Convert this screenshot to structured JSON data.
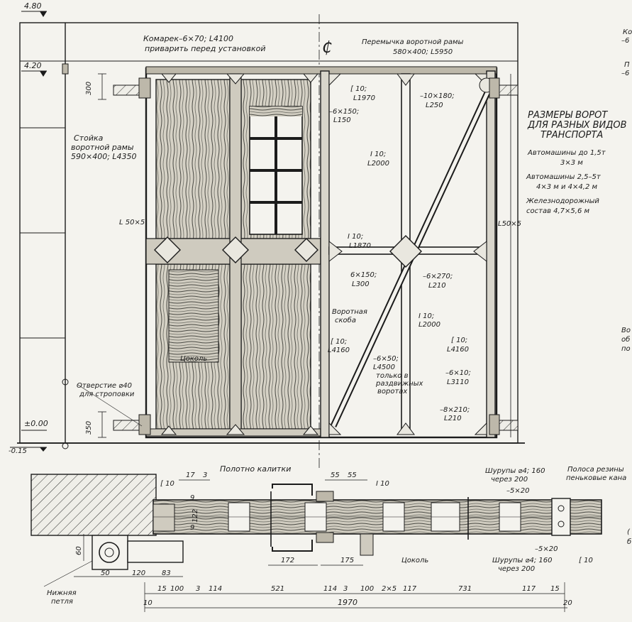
{
  "levels": {
    "l480": "4.80",
    "l420": "4.20",
    "l000": "±0.00",
    "lm015": "-0.15"
  },
  "top_notes": {
    "centerline": "₵",
    "komarek_1": "Комарек–6×70; L4100",
    "komarek_2": "приварить перед установкой",
    "lintel_1": "Перемычка воротной рамы",
    "lintel_2": "580×400; L5950"
  },
  "left_notes": {
    "post_1": "Стойка",
    "post_2": "воротной рамы",
    "post_3": "590×400; L4350",
    "hole_1": "Отверстие ⌀40",
    "hole_2": "для строповки",
    "dim_300": "300",
    "dim_350": "350",
    "angle_l": "L 50×5"
  },
  "elev_labels": {
    "a1": "–6×150;",
    "a2": "L150",
    "b1": "[ 10;",
    "b2": "L1970",
    "c1": "–10×180;",
    "c2": "L250",
    "d1": "I 10;",
    "d2": "L2000",
    "e1": "I 10;",
    "e2": "L1870",
    "f1": "6×150;",
    "f2": "L300",
    "g1": "–6×270;",
    "g2": "L210",
    "h1": "I 10;",
    "h2": "L2000",
    "i1": "Воротная",
    "i2": "скоба",
    "j1": "[ 10;",
    "j2": "L4160",
    "k1": "–6×50;",
    "k2": "L4500",
    "k3": "только в",
    "k4": "раздвижных",
    "k5": "воротах",
    "m1": "[ 10;",
    "m2": "L4160",
    "n1": "–6×10;",
    "n2": "L3110",
    "o1": "–8×210;",
    "o2": "L210",
    "plinth": "Цоколь",
    "angle_r": "L50×5"
  },
  "sizes_panel": {
    "heading_1": "РАЗМЕРЫ ВОРОТ",
    "heading_2": "ДЛЯ РАЗНЫХ ВИДОВ",
    "heading_3": "ТРАНСПОРТА",
    "row1_a": "Автомашины до 1,5т",
    "row1_b": "3×3 м",
    "row2_a": "Автомашины 2,5–5т",
    "row2_b": "4×3 м и 4×4,2 м",
    "row3_a": "Железнодорожный",
    "row3_b": "состав 4,7×5,6 м"
  },
  "right_edge": {
    "r1": "Ко",
    "r2": "–6",
    "r3": "П",
    "r4": "–6",
    "r5": "Во",
    "r6": "об",
    "r7": "по",
    "r8": "(",
    "r9": "б"
  },
  "plan": {
    "title": "Полотно калитки",
    "channel_left": "[ 10",
    "ibeam": "I 10",
    "screws_top_1": "Шурупы ⌀4; 160",
    "screws_top_2": "через 200",
    "strip_top": "–5×20",
    "strip_bottom": "–5×20",
    "screws_bot_1": "Шурупы ⌀4; 160",
    "screws_bot_2": "через 200",
    "rubber_1": "Полоса резины",
    "rubber_2": "пеньковые кана",
    "channel_right": "[ 10",
    "plinth": "Цоколь",
    "hinge_1": "Нижняя",
    "hinge_2": "петля",
    "d17": "17",
    "d3": "3",
    "d55a": "55",
    "d55b": "55",
    "d9a": "9",
    "d9b": "9",
    "d122": "122",
    "d60": "60",
    "d172": "172",
    "d175": "175",
    "d50": "50",
    "d120": "120",
    "d83": "83"
  },
  "bottom_dims": {
    "c1": "15",
    "c2": "100",
    "c3": "3",
    "c4": "114",
    "c5": "521",
    "c6": "114",
    "c7": "3",
    "c8": "100",
    "c9": "2×5",
    "c10": "117",
    "c11": "731",
    "c12": "117",
    "c13": "15",
    "left10": "10",
    "total": "1970",
    "right20": "20"
  }
}
